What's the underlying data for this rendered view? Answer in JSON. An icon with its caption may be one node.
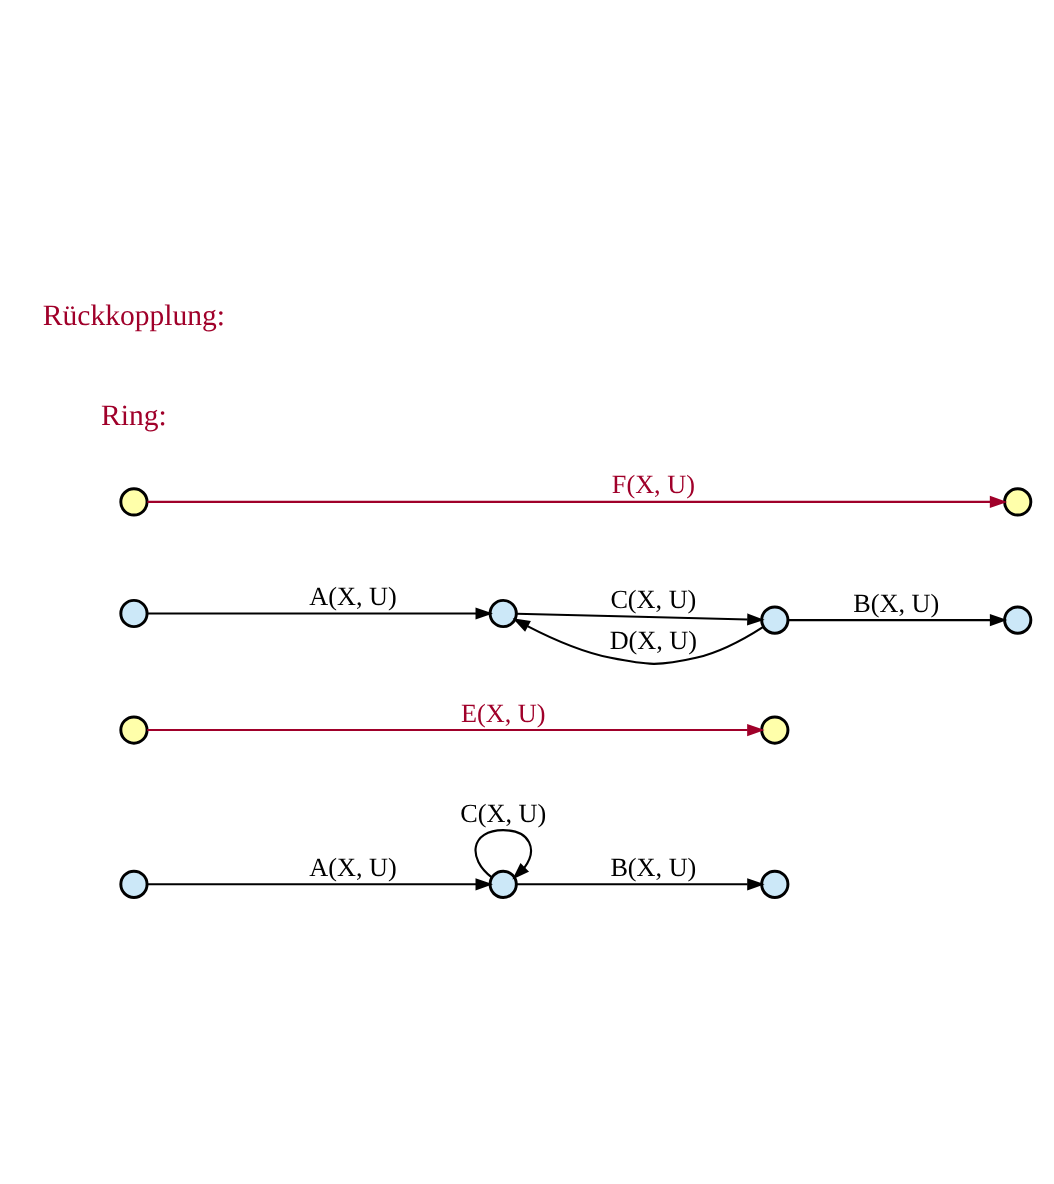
{
  "diagram": {
    "nodes": [
      {
        "text": [],
        "shape": "circle"
      },
      {
        "text": [],
        "shape": "circle"
      },
      {
        "text": [],
        "shape": "circle"
      },
      {
        "text": [],
        "shape": "circle"
      },
      {
        "text": [],
        "shape": "circle"
      },
      {
        "text": [],
        "shape": "circle"
      },
      {
        "text": [],
        "shape": "circle"
      },
      {
        "text": [],
        "shape": "circle"
      },
      {
        "text": [],
        "shape": "circle"
      },
      {
        "text": [],
        "shape": "circle"
      },
      {
        "text": [],
        "shape": "circle"
      }
    ],
    "edges": [
      {
        "from": 0,
        "to": 1,
        "arrow": "to",
        "label": "A(X, U)"
      },
      {
        "from": 1,
        "to": 1,
        "arrow": "to",
        "label": "C(X, U)"
      },
      {
        "from": 1,
        "to": 2,
        "arrow": "to",
        "label": "B(X, U)"
      },
      {
        "from": 3,
        "to": 4,
        "arrow": "to",
        "label": "E(X, U)",
        "color": "#a0002a"
      },
      {
        "from": 5,
        "to": 6,
        "arrow": "to",
        "label": "A(X, U)"
      },
      {
        "from": 6,
        "to": 7,
        "arrow": "to",
        "label": "C(X, U)"
      },
      {
        "from": 7,
        "to": 6,
        "arrow": "to",
        "label": "D(X, U)"
      },
      {
        "from": 7,
        "to": 8,
        "arrow": "to",
        "label": "B(X, U)"
      },
      {
        "from": 9,
        "to": 10,
        "arrow": "to",
        "label": "F(X, U)",
        "color": "#a0002a"
      }
    ],
    "labels": [
      "Ring:",
      "Rückkopplung:"
    ]
  }
}
